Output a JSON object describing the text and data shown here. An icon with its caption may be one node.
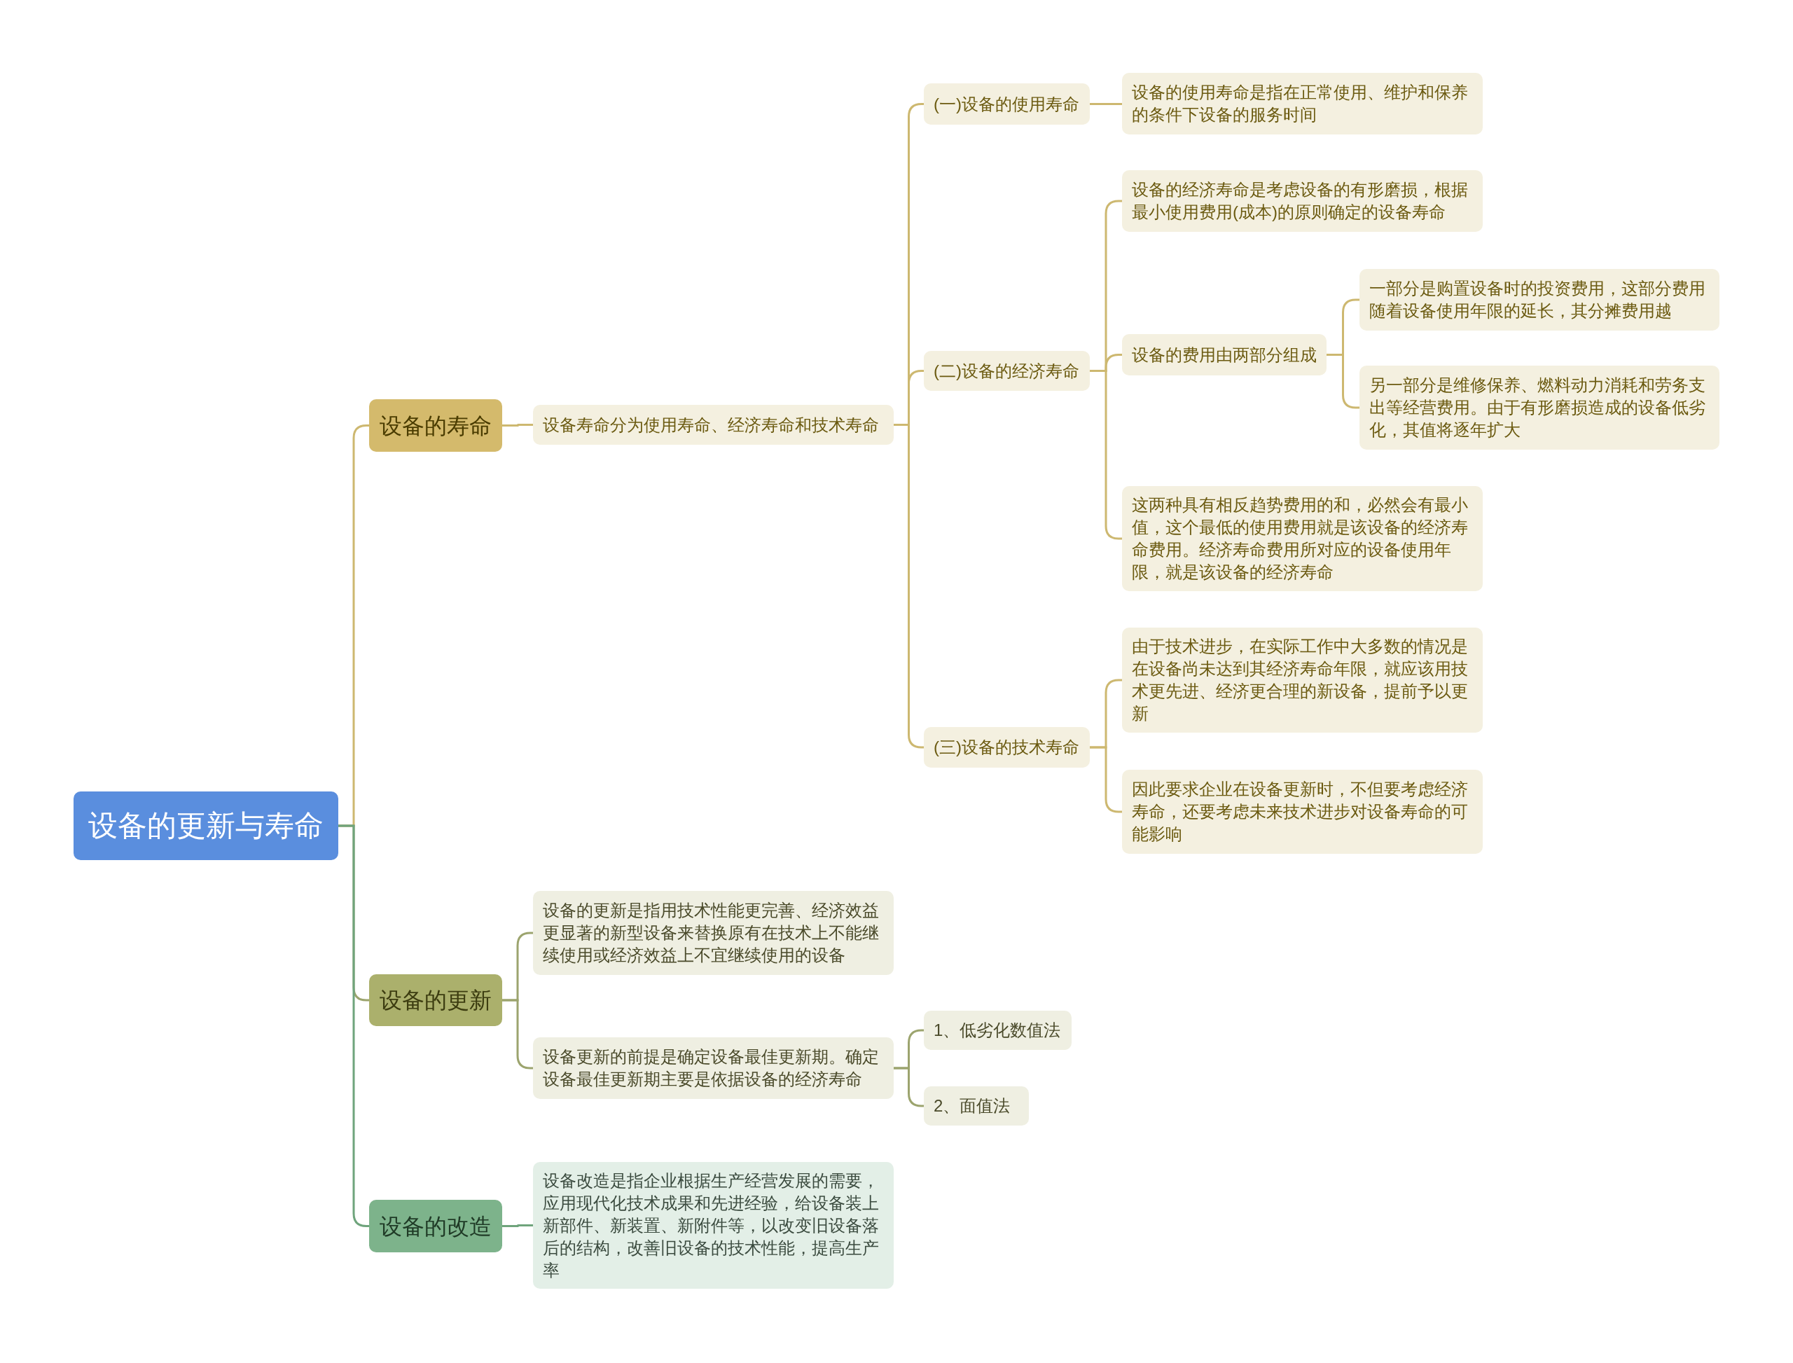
{
  "diagram": {
    "nodes": [
      {
        "text": [
          "设备的更新与寿命"
        ]
      },
      {
        "text": [
          "设备的寿命"
        ]
      },
      {
        "text": [
          "设备寿命分为使用寿命、经济寿命和技术寿命"
        ]
      },
      {
        "text": [
          "(一)设备的使用寿命"
        ]
      },
      {
        "text": [
          "设备的使用寿命是指在正常使用、维护和保养的条件下设备的服务时间"
        ]
      },
      {
        "text": [
          "(二)设备的经济寿命"
        ]
      },
      {
        "text": [
          "设备的经济寿命是考虑设备的有形磨损，根据最小使用费用(成本)的原则确定的设备寿命"
        ]
      },
      {
        "text": [
          "设备的费用由两部分组成"
        ]
      },
      {
        "text": [
          "一部分是购置设备时的投资费用，这部分费用随着设备使用年限的延长，其分摊费用越"
        ]
      },
      {
        "text": [
          "另一部分是维修保养、燃料动力消耗和劳务支出等经营费用。由于有形磨损造成的设备低劣化，其值将逐年扩大"
        ]
      },
      {
        "text": [
          "这两种具有相反趋势费用的和，必然会有最小值，这个最低的使用费用就是该设备的经济寿命费用。经济寿命费用所对应的设备使用年限，就是该设备的经济寿命"
        ]
      },
      {
        "text": [
          "(三)设备的技术寿命"
        ]
      },
      {
        "text": [
          "由于技术进步，在实际工作中大多数的情况是在设备尚未达到其经济寿命年限，就应该用技术更先进、经济更合理的新设备，提前予以更新"
        ]
      },
      {
        "text": [
          "因此要求企业在设备更新时，不但要考虑经济寿命，还要考虑未来技术进步对设备寿命的可能影响"
        ]
      },
      {
        "text": [
          "设备的更新"
        ]
      },
      {
        "text": [
          "设备的更新是指用技术性能更完善、经济效益更显著的新型设备来替换原有在技术上不能继续使用或经济效益上不宜继续使用的设备"
        ]
      },
      {
        "text": [
          "设备更新的前提是确定设备最佳更新期。确定设备最佳更新期主要是依据设备的经济寿命"
        ]
      },
      {
        "text": [
          "1、低劣化数值法"
        ]
      },
      {
        "text": [
          "2、面值法"
        ]
      },
      {
        "text": [
          "设备的改造"
        ]
      },
      {
        "text": [
          "设备改造是指企业根据生产经营发展的需要，应用现代化技术成果和先进经验，给设备装上新部件、新装置、新附件等，以改变旧设备落后的结构，改善旧设备的技术性能，提高生产率"
        ]
      }
    ],
    "edges": [
      {
        "from": 0,
        "to": 1,
        "arrow": "none"
      },
      {
        "from": 1,
        "to": 2,
        "arrow": "none"
      },
      {
        "from": 2,
        "to": 3,
        "arrow": "none"
      },
      {
        "from": 3,
        "to": 4,
        "arrow": "none"
      },
      {
        "from": 2,
        "to": 5,
        "arrow": "none"
      },
      {
        "from": 5,
        "to": 6,
        "arrow": "none"
      },
      {
        "from": 5,
        "to": 7,
        "arrow": "none"
      },
      {
        "from": 7,
        "to": 8,
        "arrow": "none"
      },
      {
        "from": 7,
        "to": 9,
        "arrow": "none"
      },
      {
        "from": 5,
        "to": 10,
        "arrow": "none"
      },
      {
        "from": 2,
        "to": 11,
        "arrow": "none"
      },
      {
        "from": 11,
        "to": 12,
        "arrow": "none"
      },
      {
        "from": 11,
        "to": 13,
        "arrow": "none"
      },
      {
        "from": 0,
        "to": 14,
        "arrow": "none",
        "color": "#9ca46e"
      },
      {
        "from": 14,
        "to": 15,
        "arrow": "none",
        "color": "#9ca46e"
      },
      {
        "from": 14,
        "to": 16,
        "arrow": "none",
        "color": "#9ca46e"
      },
      {
        "from": 16,
        "to": 17,
        "arrow": "none",
        "color": "#9ca46e"
      },
      {
        "from": 16,
        "to": 18,
        "arrow": "none",
        "color": "#9ca46e"
      },
      {
        "from": 0,
        "to": 19,
        "arrow": "none",
        "color": "#6fa47c"
      },
      {
        "from": 19,
        "to": 20,
        "arrow": "none",
        "color": "#6fa47c"
      }
    ]
  }
}
